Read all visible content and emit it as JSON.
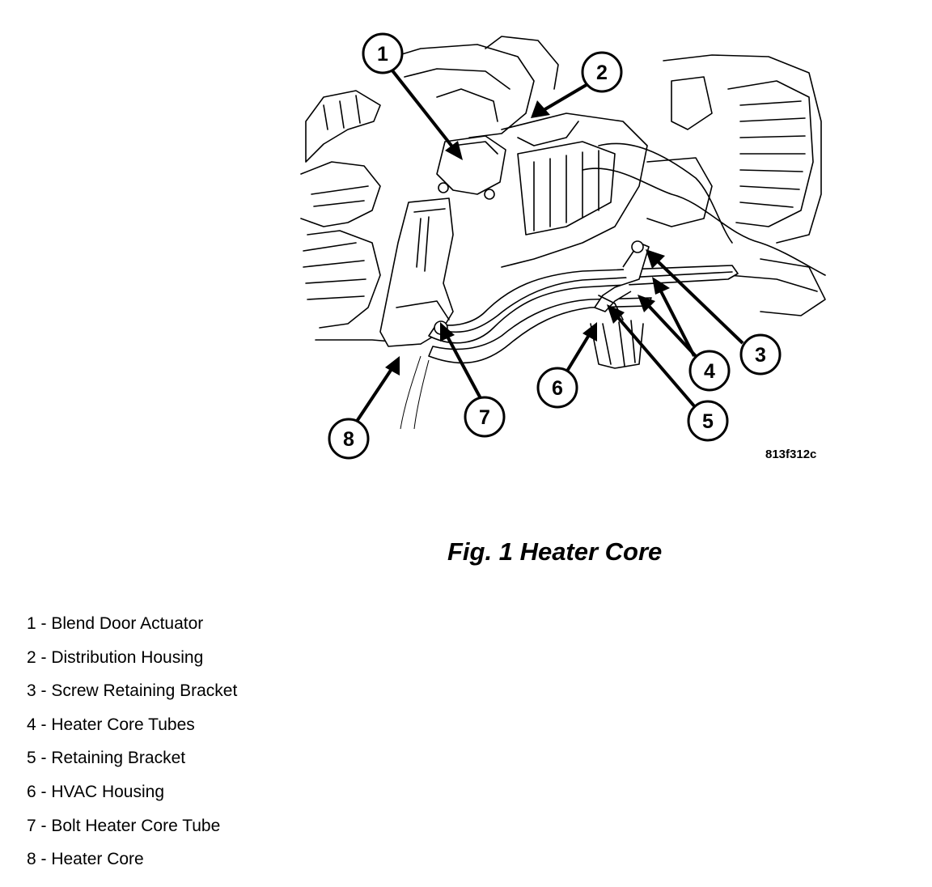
{
  "figure": {
    "code": "813f312c",
    "caption": "Fig. 1 Heater Core"
  },
  "callouts": [
    "1",
    "2",
    "3",
    "4",
    "5",
    "6",
    "7",
    "8"
  ],
  "legend": [
    "1 - Blend Door Actuator",
    "2 - Distribution Housing",
    "3 - Screw Retaining Bracket",
    "4 - Heater Core Tubes",
    "5 - Retaining Bracket",
    "6 - HVAC Housing",
    "7 - Bolt Heater Core Tube",
    "8 - Heater Core"
  ]
}
